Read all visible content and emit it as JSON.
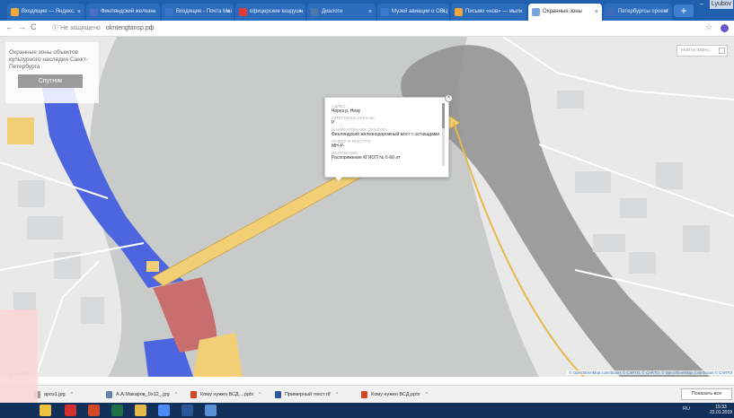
{
  "browser": {
    "tabs": [
      {
        "label": "Входящие — Яндекс.",
        "fav_color": "#f2a93b"
      },
      {
        "label": "Финляндский железн",
        "fav_color": "#4a6fc4"
      },
      {
        "label": "Входящие - Почта Mai",
        "fav_color": "#3a74c9"
      },
      {
        "label": "офицерские воздушн",
        "fav_color": "#e03b3b"
      },
      {
        "label": "Диалоги",
        "fav_color": "#4a76a8"
      },
      {
        "label": "Музей авиации и ОВЦ",
        "fav_color": "#3a7ad1"
      },
      {
        "label": "Письмо «нов» — мыл",
        "fav_color": "#f2a93b"
      },
      {
        "label": "Охранные зоны",
        "fav_color": "#7aa6de"
      },
      {
        "label": "Петербургсы проект",
        "fav_color": "#3a6ab5"
      }
    ],
    "active_tab_index": 7,
    "window_title": "Lyubov",
    "insecure_label": "Не защищено",
    "url": "okntengtansp.рф",
    "nav": {
      "back": "←",
      "forward": "→",
      "reload": "C",
      "info": "ⓘ"
    }
  },
  "map": {
    "panel_title": "Охранные зоны объектов культурного наследия Санкт-Петербурга",
    "satellite_button": "Спутник",
    "search_placeholder": "Найти адрес",
    "popup": {
      "fields": [
        {
          "label": "АДРЕС",
          "value": "Через р. Неву"
        },
        {
          "label": "КАТЕГОРИЯ ОХРАНЫ",
          "value": "Р"
        },
        {
          "label": "НАИМЕНОВАНИЕ ОБЪЕКТА",
          "value": "Финляндский железнодорожный мост с эстакадами"
        },
        {
          "label": "НОМЕР В РЕЕСТРЕ",
          "value": "МН-Р-"
        },
        {
          "label": "ОСНОВАНИЕ",
          "value": "Распоряжение КГИОП № 6-60 от"
        }
      ],
      "close": "×"
    },
    "attribution": "© OpenStreetMap contributors © CARTO, © CARTO, © OpenStreetMap contributors © CARTO",
    "leaflet": "by ● leaflet"
  },
  "downloads": {
    "items": [
      {
        "name": "ароз1.jpg",
        "icon_color": "#999999"
      },
      {
        "name": "А.А.Макаров_9х12_.jpg",
        "icon_color": "#6a7fa8"
      },
      {
        "name": "Кому нужен ВСД....pptx",
        "icon_color": "#d24726"
      },
      {
        "name": "Примерный текст.rtf",
        "icon_color": "#2b579a"
      },
      {
        "name": "Кому нужен ВСД.pptx",
        "icon_color": "#d24726"
      }
    ],
    "show_all": "Показать все",
    "chevron": "^"
  },
  "taskbar": {
    "apps": [
      {
        "name": "explorer",
        "color": "#f0c040"
      },
      {
        "name": "acrobat",
        "color": "#d32f2f"
      },
      {
        "name": "powerpoint",
        "color": "#d24726"
      },
      {
        "name": "excel",
        "color": "#1e7145"
      },
      {
        "name": "files",
        "color": "#e5b84a"
      },
      {
        "name": "chrome",
        "color": "#4c8bf5"
      },
      {
        "name": "word",
        "color": "#2b579a"
      },
      {
        "name": "window",
        "color": "#5b8fd6"
      }
    ],
    "lang": "RU",
    "time": "15:33",
    "date": "22.01.2019"
  },
  "colors": {
    "zone_blue": "#4d66e0",
    "zone_yellow": "#f2cf74",
    "zone_red": "#c86e6e",
    "river": "#c9cbcb",
    "dark_zone": "#8f8f8f"
  }
}
